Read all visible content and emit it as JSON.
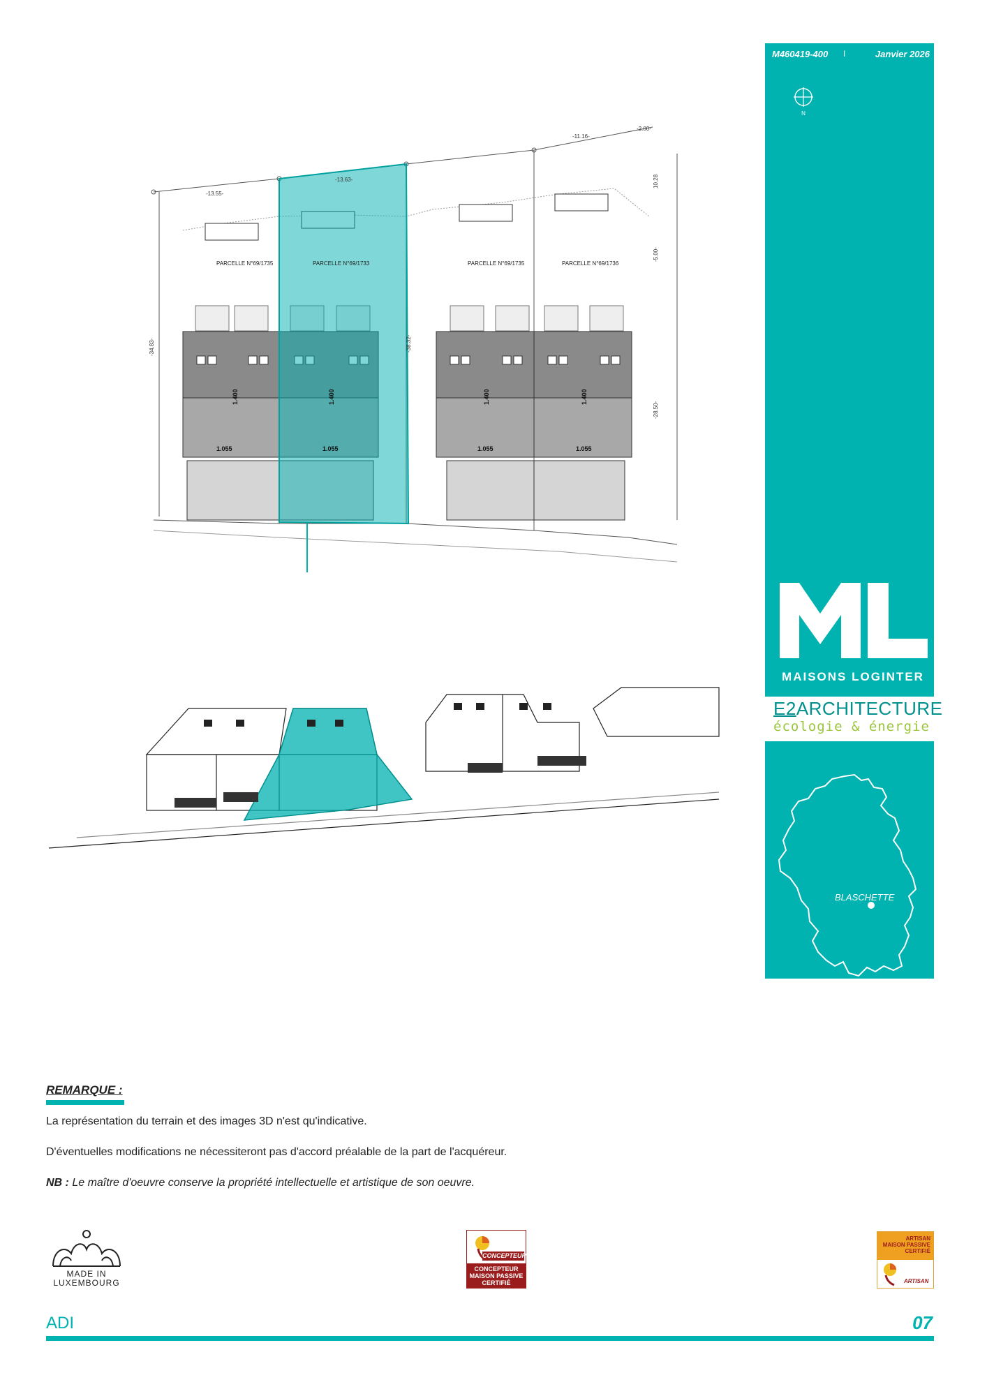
{
  "header": {
    "reference": "M460419-400",
    "separator": "I",
    "date": "Janvier 2026"
  },
  "compass": {
    "label": "N"
  },
  "brand": {
    "logo_letters": "ML",
    "name": "MAISONS LOGINTER",
    "architect_prefix": "E2",
    "architect_name": "ARCHITECTURE",
    "architect_tagline": "écologie & énergie"
  },
  "map": {
    "city": "BLASCHETTE"
  },
  "plan": {
    "parcels": [
      "PARCELLE N°69/1735",
      "PARCELLE N°69/1733",
      "PARCELLE N°69/1735",
      "PARCELLE N°69/1736"
    ],
    "dim_width": "1.055",
    "dim_height": "1.400",
    "dims": [
      "-34.83-",
      "-38.32-",
      "-28.50-",
      "-13.55-",
      "-13.63-",
      "-11.16-",
      "-2.00-",
      "-5.00-",
      "10.28"
    ],
    "highlight_color": "#00b2b0"
  },
  "remarque": {
    "title": "REMARQUE :",
    "line1": "La représentation du terrain et des images 3D n'est qu'indicative.",
    "line2": "D'éventuelles modifications ne nécessiteront pas d'accord préalable de la part de l'acquéreur.",
    "nb_label": "NB :",
    "nb_text": " Le maître d'oeuvre conserve la propriété intellectuelle et artistique de son oeuvre."
  },
  "logos": {
    "made_in_1": "MADE IN",
    "made_in_2": "LUXEMBOURG",
    "concepteur_tag": "CONCEPTEUR",
    "concepteur_1": "CONCEPTEUR",
    "concepteur_2": "MAISON PASSIVE",
    "concepteur_3": "CERTIFIÉ",
    "artisan_1": "ARTISAN",
    "artisan_2": "MAISON PASSIVE",
    "artisan_3": "CERTIFIÉ",
    "artisan_tag": "ARTISAN"
  },
  "footer": {
    "left": "ADI",
    "page": "07"
  }
}
